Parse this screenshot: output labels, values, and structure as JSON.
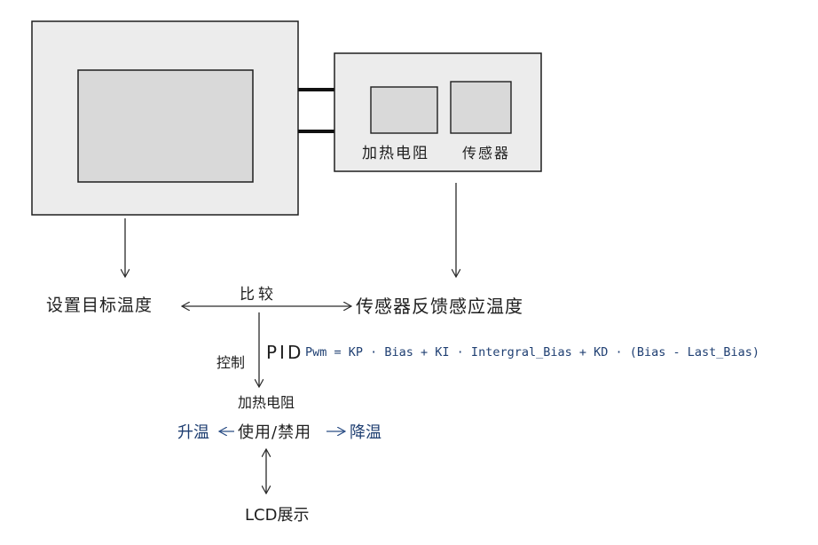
{
  "device": {
    "heater_label": "加热电阻",
    "sensor_label": "传感器"
  },
  "flow": {
    "set_target": "设置目标温度",
    "compare": "比较",
    "sensor_feedback": "传感器反馈感应温度",
    "control": "控制",
    "pid": "PID",
    "pid_formula": "Pwm = KP · Bias + KI · Intergral_Bias + KD · (Bias - Last_Bias)",
    "heater": "加热电阻",
    "heat_up": "升温",
    "use_disable": "使用/禁用",
    "cool_down": "降温",
    "lcd_display": "LCD展示"
  }
}
